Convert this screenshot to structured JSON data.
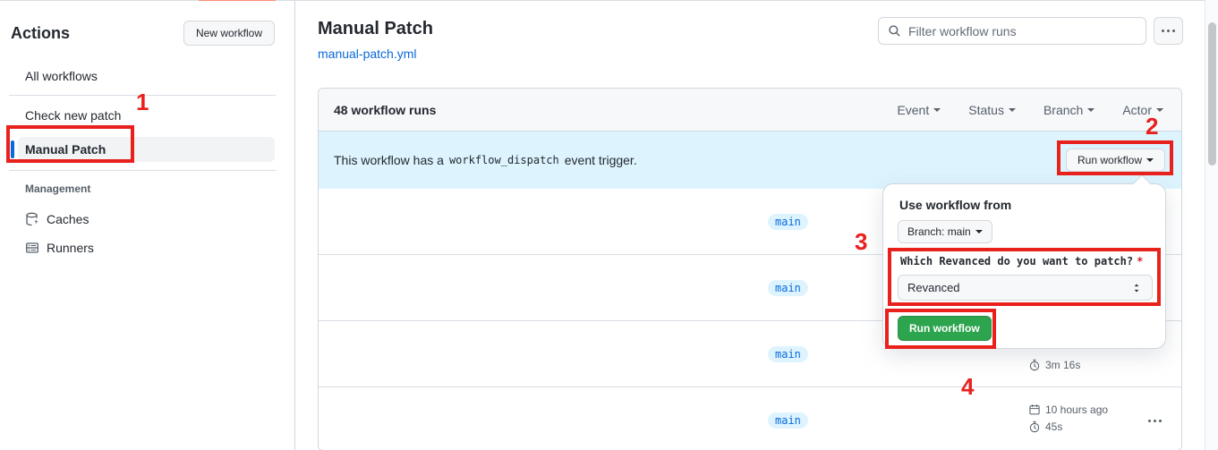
{
  "colors": {
    "accent_blue": "#0969da",
    "banner_blue_bg": "#ddf4ff",
    "branch_badge_bg": "#ddf4ff",
    "success_green": "#2da44e",
    "annotation_red": "#e8211d",
    "selected_tab_orange": "#fd8c73"
  },
  "annotations": {
    "step_1": "1",
    "step_2": "2",
    "step_3": "3",
    "step_4": "4"
  },
  "sidebar": {
    "title": "Actions",
    "new_workflow_button": "New workflow",
    "items": [
      {
        "label": "All workflows",
        "selected": false
      },
      {
        "label": "Check new patch",
        "selected": false
      },
      {
        "label": "Manual Patch",
        "selected": true
      }
    ],
    "management": {
      "heading": "Management",
      "items": [
        {
          "label": "Caches",
          "icon": "cache-database-icon"
        },
        {
          "label": "Runners",
          "icon": "runners-icon"
        }
      ]
    }
  },
  "header": {
    "title": "Manual Patch",
    "workflow_file_link": "manual-patch.yml",
    "filter_placeholder": "Filter workflow runs"
  },
  "runs_table": {
    "count_label": "48 workflow runs",
    "filters": [
      {
        "label": "Event"
      },
      {
        "label": "Status"
      },
      {
        "label": "Branch"
      },
      {
        "label": "Actor"
      }
    ],
    "banner": {
      "text_before": "This workflow has a",
      "code": "workflow_dispatch",
      "text_after": "event trigger.",
      "run_workflow_button": "Run workflow"
    },
    "rows": [
      {
        "branch": "main"
      },
      {
        "branch": "main"
      },
      {
        "branch": "main",
        "duration": "3m 16s"
      },
      {
        "branch": "main",
        "started": "10 hours ago",
        "duration": "45s"
      }
    ]
  },
  "run_dialog": {
    "heading": "Use workflow from",
    "branch_selector_label": "Branch: main",
    "input_label": "Which Revanced do you want to patch?",
    "required_asterisk": "*",
    "select_value": "Revanced",
    "run_button": "Run workflow"
  }
}
